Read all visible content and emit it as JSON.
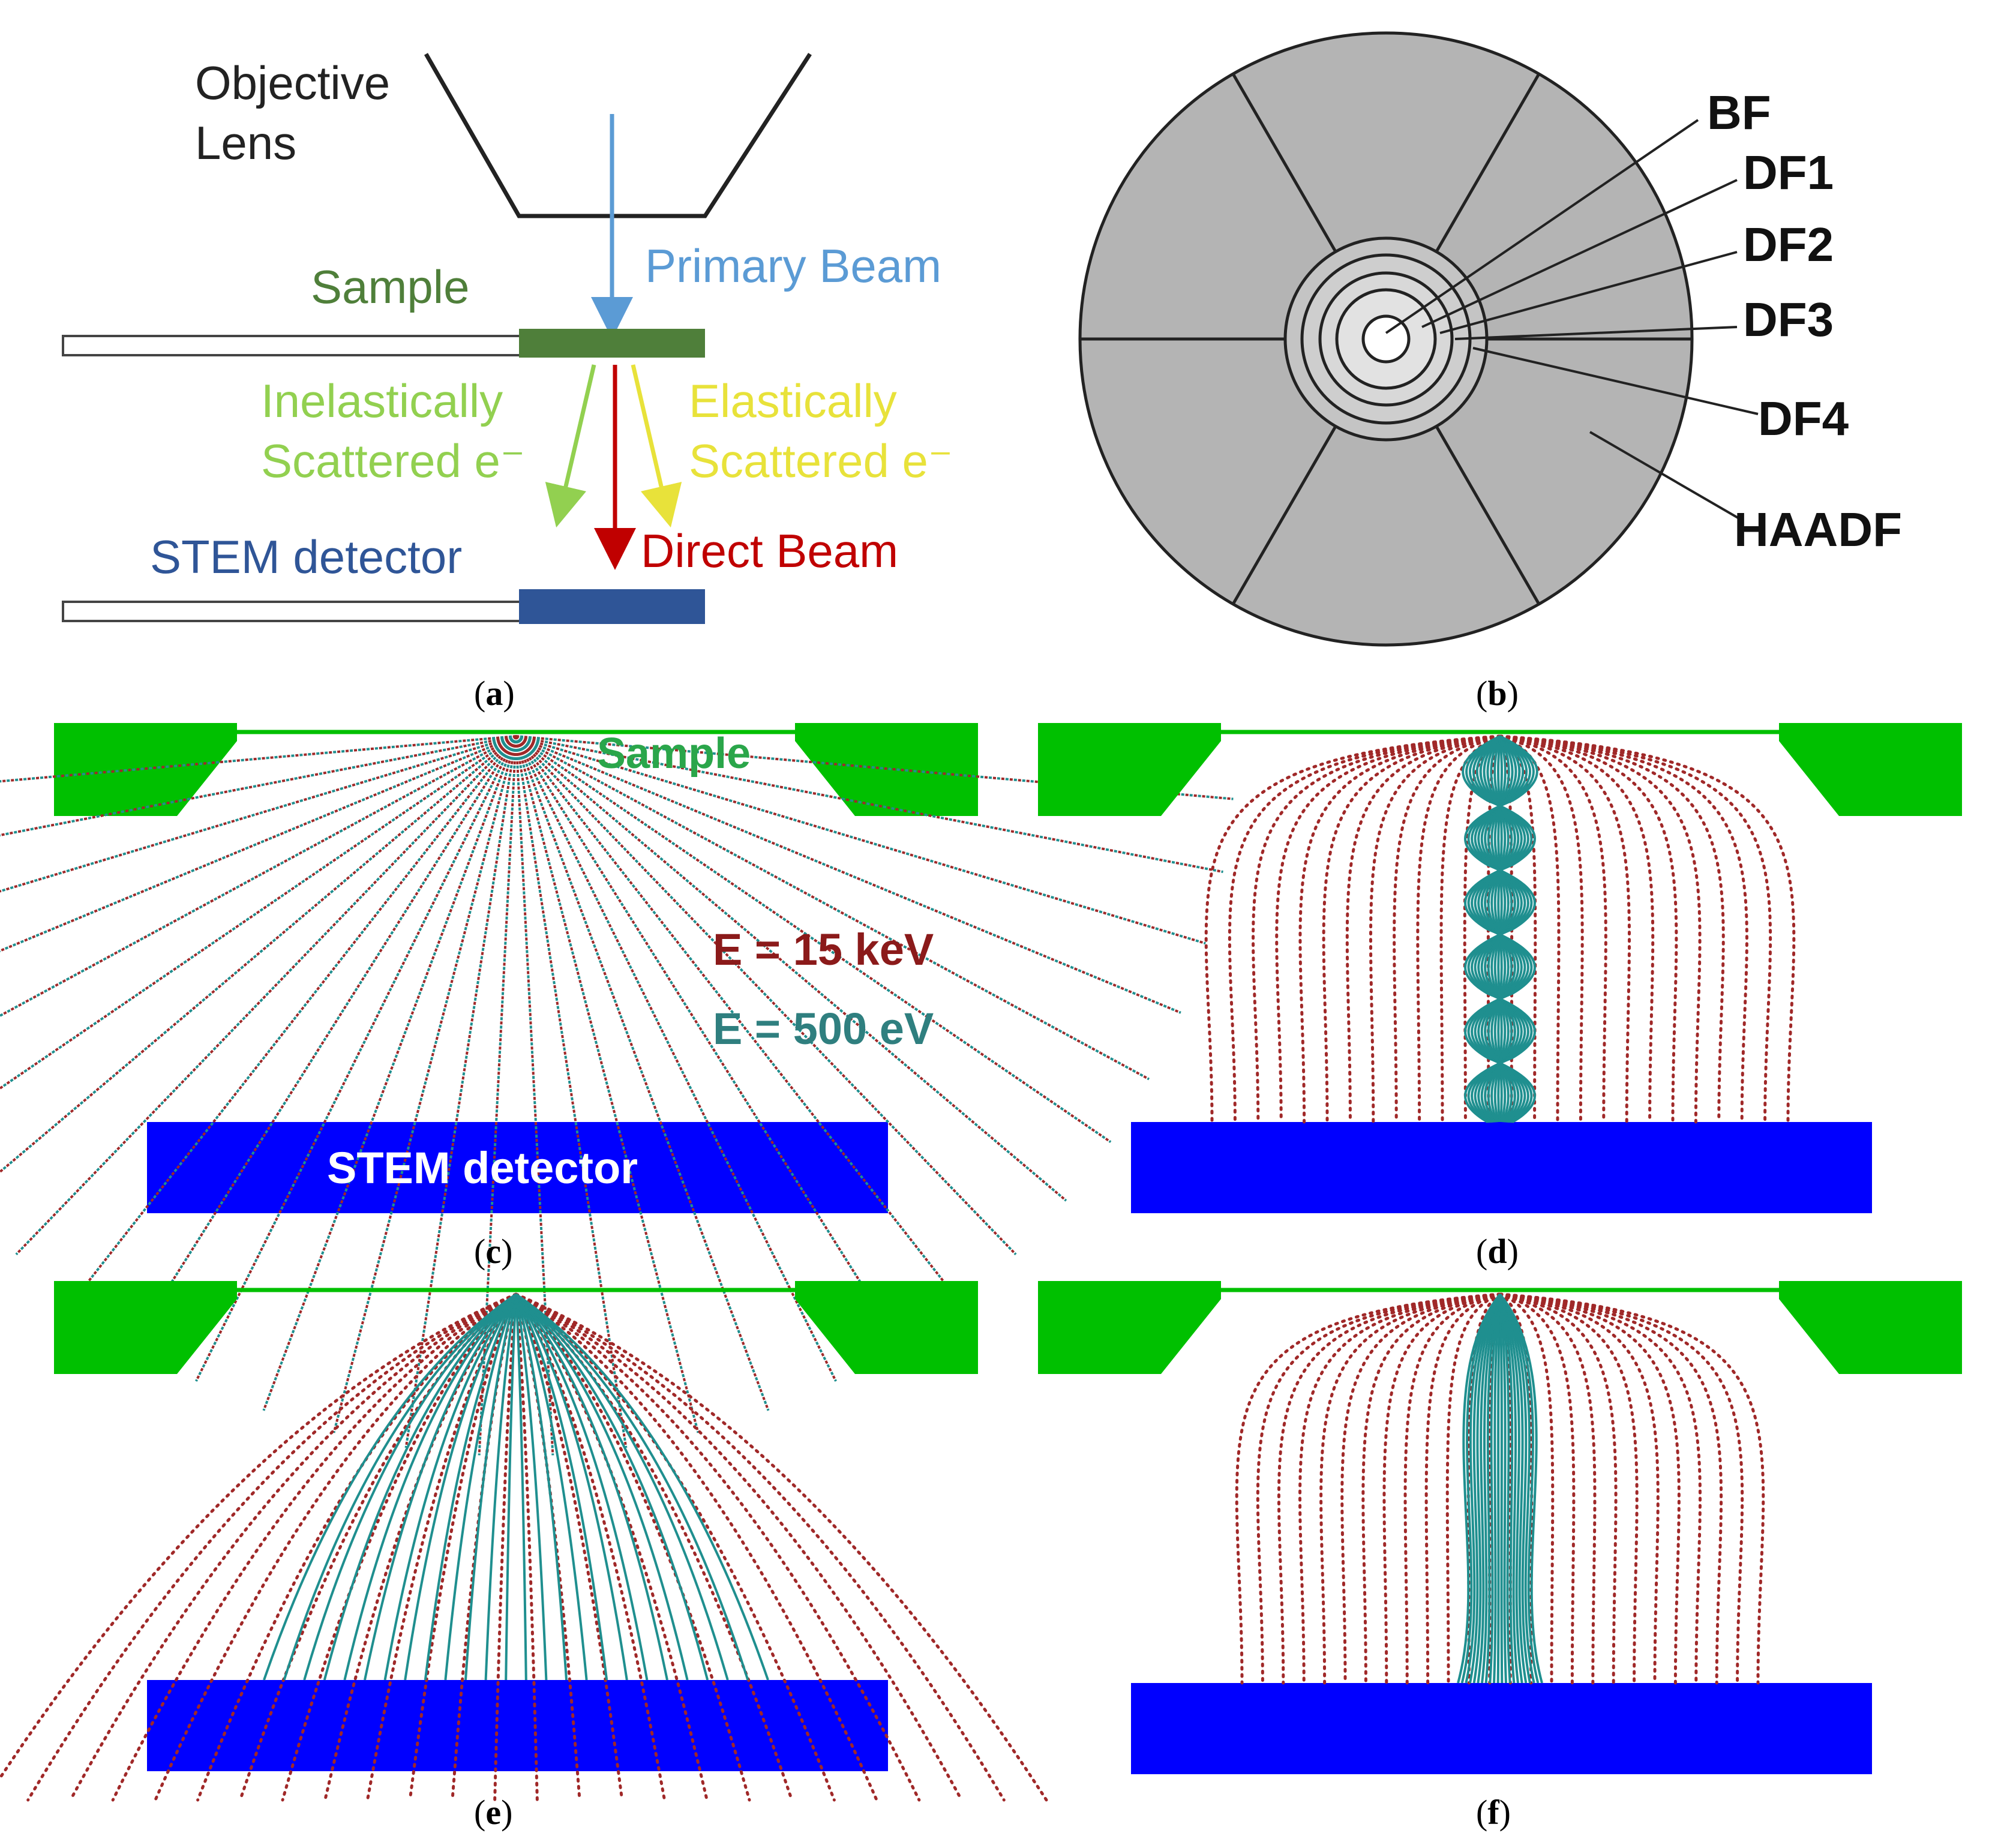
{
  "colors": {
    "primary_beam": "#5b9bd5",
    "sample": "#4f7f3a",
    "inelastic": "#92d050",
    "elastic": "#e8e23a",
    "direct": "#c00000",
    "stem_detector_a": "#2f5597",
    "detector_gray": "#b4b4b4",
    "green_holder": "#00c000",
    "blue_detector": "#0000ff",
    "dotted_red": "#a02828",
    "teal": "#1f8f8f",
    "label_red": "#8b1a1a",
    "label_teal": "#2f7f7f",
    "label_green": "#2aa64a"
  },
  "panel_a": {
    "objective_lens": [
      "Objective",
      "Lens"
    ],
    "primary_beam": "Primary Beam",
    "sample": "Sample",
    "inelastic": [
      "Inelastically",
      "Scattered e⁻"
    ],
    "elastic": [
      "Elastically",
      "Scattered e⁻"
    ],
    "direct_beam": "Direct Beam",
    "stem_detector": "STEM detector"
  },
  "panel_b": {
    "labels": [
      "BF",
      "DF1",
      "DF2",
      "DF3",
      "DF4",
      "HAADF"
    ]
  },
  "panel_c": {
    "sample": "Sample",
    "energy_high": "E = 15 keV",
    "energy_low": "E = 500 eV",
    "stem_detector": "STEM detector"
  },
  "captions": {
    "a": "a",
    "b": "b",
    "c": "c",
    "d": "d",
    "e": "e",
    "f": "f"
  }
}
